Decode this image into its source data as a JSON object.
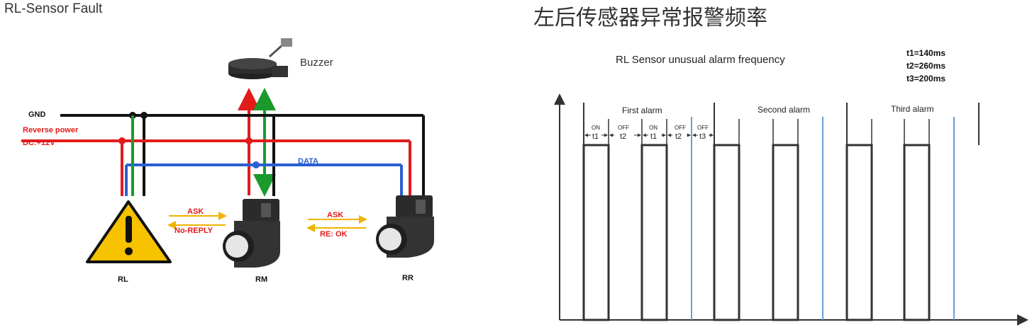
{
  "left_panel": {
    "title": "RL-Sensor Fault",
    "buzzer_label": "Buzzer",
    "gnd_label": "GND",
    "reverse_power_label": "Reverse  power",
    "dc_label": "DC:+12V",
    "data_label": "DATA",
    "ask_left": "ASK",
    "no_reply": "No-REPLY",
    "ask_right": "ASK",
    "re_ok": "RE: OK",
    "rl_label": "RL",
    "rm_label": "RM",
    "rr_label": "RR",
    "colors": {
      "gnd": "#111111",
      "power": "#e21b1b",
      "data": "#2a5fd0",
      "buzzer_wire": "#1a9a2a",
      "msg": "#f0b400"
    }
  },
  "right_panel": {
    "title": "左后传感器异常报警频率",
    "chart_title": "RL Sensor unusual alarm frequency",
    "params": [
      "t1=140ms",
      "t2=260ms",
      "t3=200ms"
    ],
    "groups": [
      "First alarm",
      "Second alarm",
      "Third alarm"
    ],
    "on_label": "ON",
    "off_label": "OFF",
    "t1_label": "t1",
    "t2_label": "t2",
    "t3_label": "t3"
  }
}
